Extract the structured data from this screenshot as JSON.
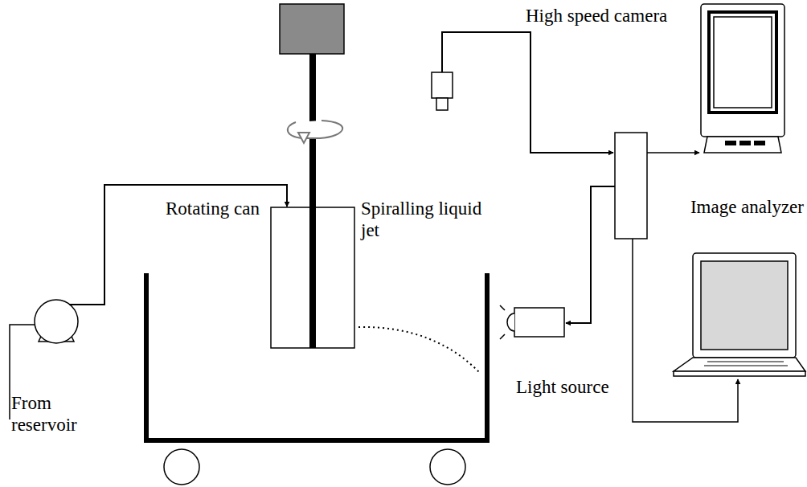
{
  "diagram": {
    "labels": [
      "High speed camera",
      "Rotating can",
      "Spiralling liquid jet",
      "Image analyzer",
      "Light source",
      "From reservoir"
    ]
  }
}
